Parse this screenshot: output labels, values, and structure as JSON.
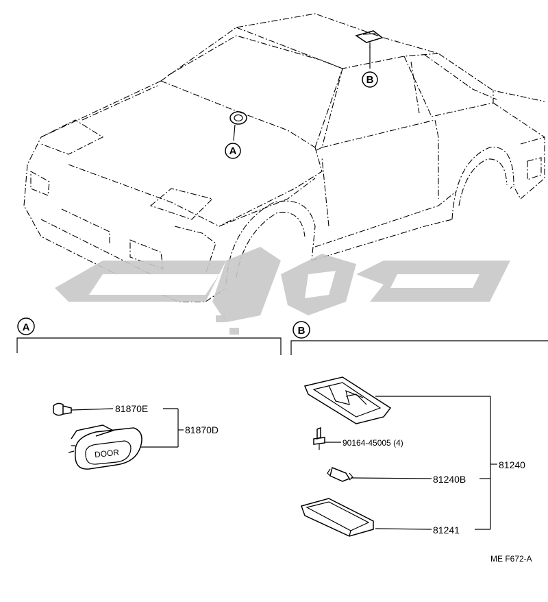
{
  "diagram": {
    "callouts": {
      "a_car": "A",
      "b_car": "B",
      "a_section": "A",
      "b_section": "B"
    },
    "section_a": {
      "parts": [
        {
          "number": "81870E"
        },
        {
          "number": "81870D"
        }
      ],
      "switch_text": "DOOR"
    },
    "section_b": {
      "parts": [
        {
          "number": "90164-45005 (4)"
        },
        {
          "number": "81240B"
        },
        {
          "number": "81240"
        },
        {
          "number": "81241"
        }
      ]
    },
    "figure_code": "ME  F672-A"
  },
  "colors": {
    "line": "#000000",
    "watermark": "#c8c8c8"
  }
}
